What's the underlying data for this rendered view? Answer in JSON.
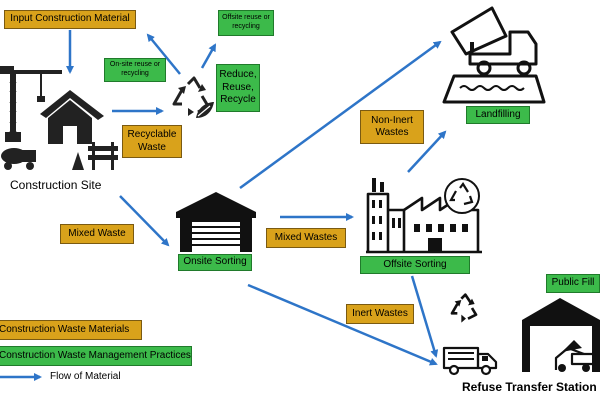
{
  "nodes": {
    "input_material": "Input Construction Material",
    "offsite_reuse": "Offsite reuse or recycling",
    "onsite_reuse": "On-site reuse or recycling",
    "reduce_reuse_recycle": "Reduce, Reuse, Recycle",
    "recyclable_waste": "Recyclable Waste",
    "construction_site": "Construction Site",
    "mixed_waste": "Mixed Waste",
    "onsite_sorting": "Onsite Sorting",
    "mixed_wastes": "Mixed Wastes",
    "non_inert_wastes": "Non-Inert Wastes",
    "landfilling": "Landfilling",
    "offsite_sorting": "Offsite Sorting",
    "inert_wastes": "Inert Wastes",
    "public_fill": "Public Fill",
    "refuse_transfer_station": "Refuse Transfer Station"
  },
  "legend": {
    "materials": "Construction Waste Materials",
    "practices": "Construction Waste Management Practices",
    "flow": "Flow of Material"
  },
  "colors": {
    "material_box": "#d9a21b",
    "practice_box": "#3cba4a",
    "arrow": "#2e75c8"
  },
  "icons": [
    "construction-site-icon",
    "recycle-icon",
    "landfill-truck-icon",
    "warehouse-icon",
    "factory-icon",
    "garbage-truck-icon",
    "transfer-station-icon"
  ]
}
